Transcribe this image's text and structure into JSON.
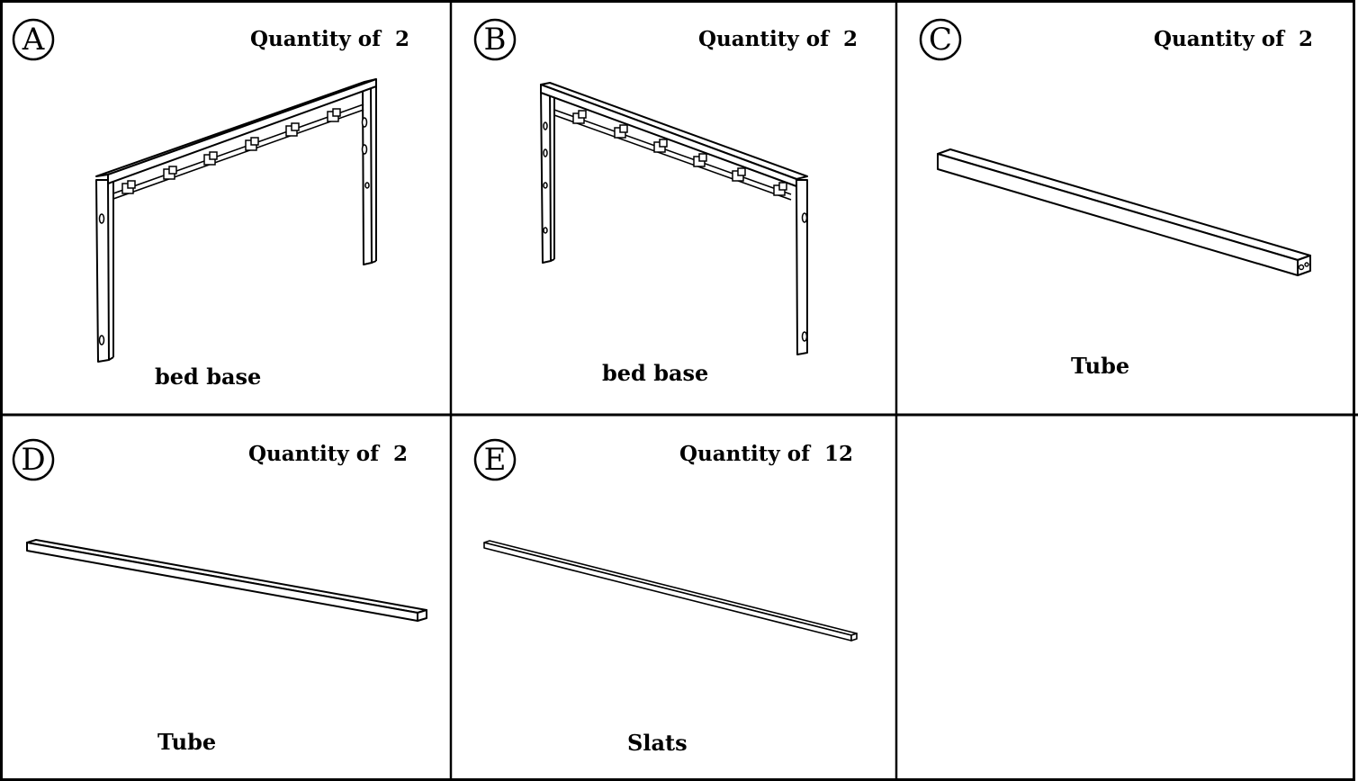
{
  "parts": [
    {
      "letter": "A",
      "quantity_label": "Quantity of  2",
      "name": "bed base",
      "icon": "bed-base-frame-left"
    },
    {
      "letter": "B",
      "quantity_label": "Quantity of  2",
      "name": "bed base",
      "icon": "bed-base-frame-right"
    },
    {
      "letter": "C",
      "quantity_label": "Quantity of  2",
      "name": "Tube",
      "icon": "short-tube"
    },
    {
      "letter": "D",
      "quantity_label": "Quantity of  2",
      "name": "Tube",
      "icon": "long-tube"
    },
    {
      "letter": "E",
      "quantity_label": "Quantity of  12",
      "name": "Slats",
      "icon": "slat"
    }
  ]
}
